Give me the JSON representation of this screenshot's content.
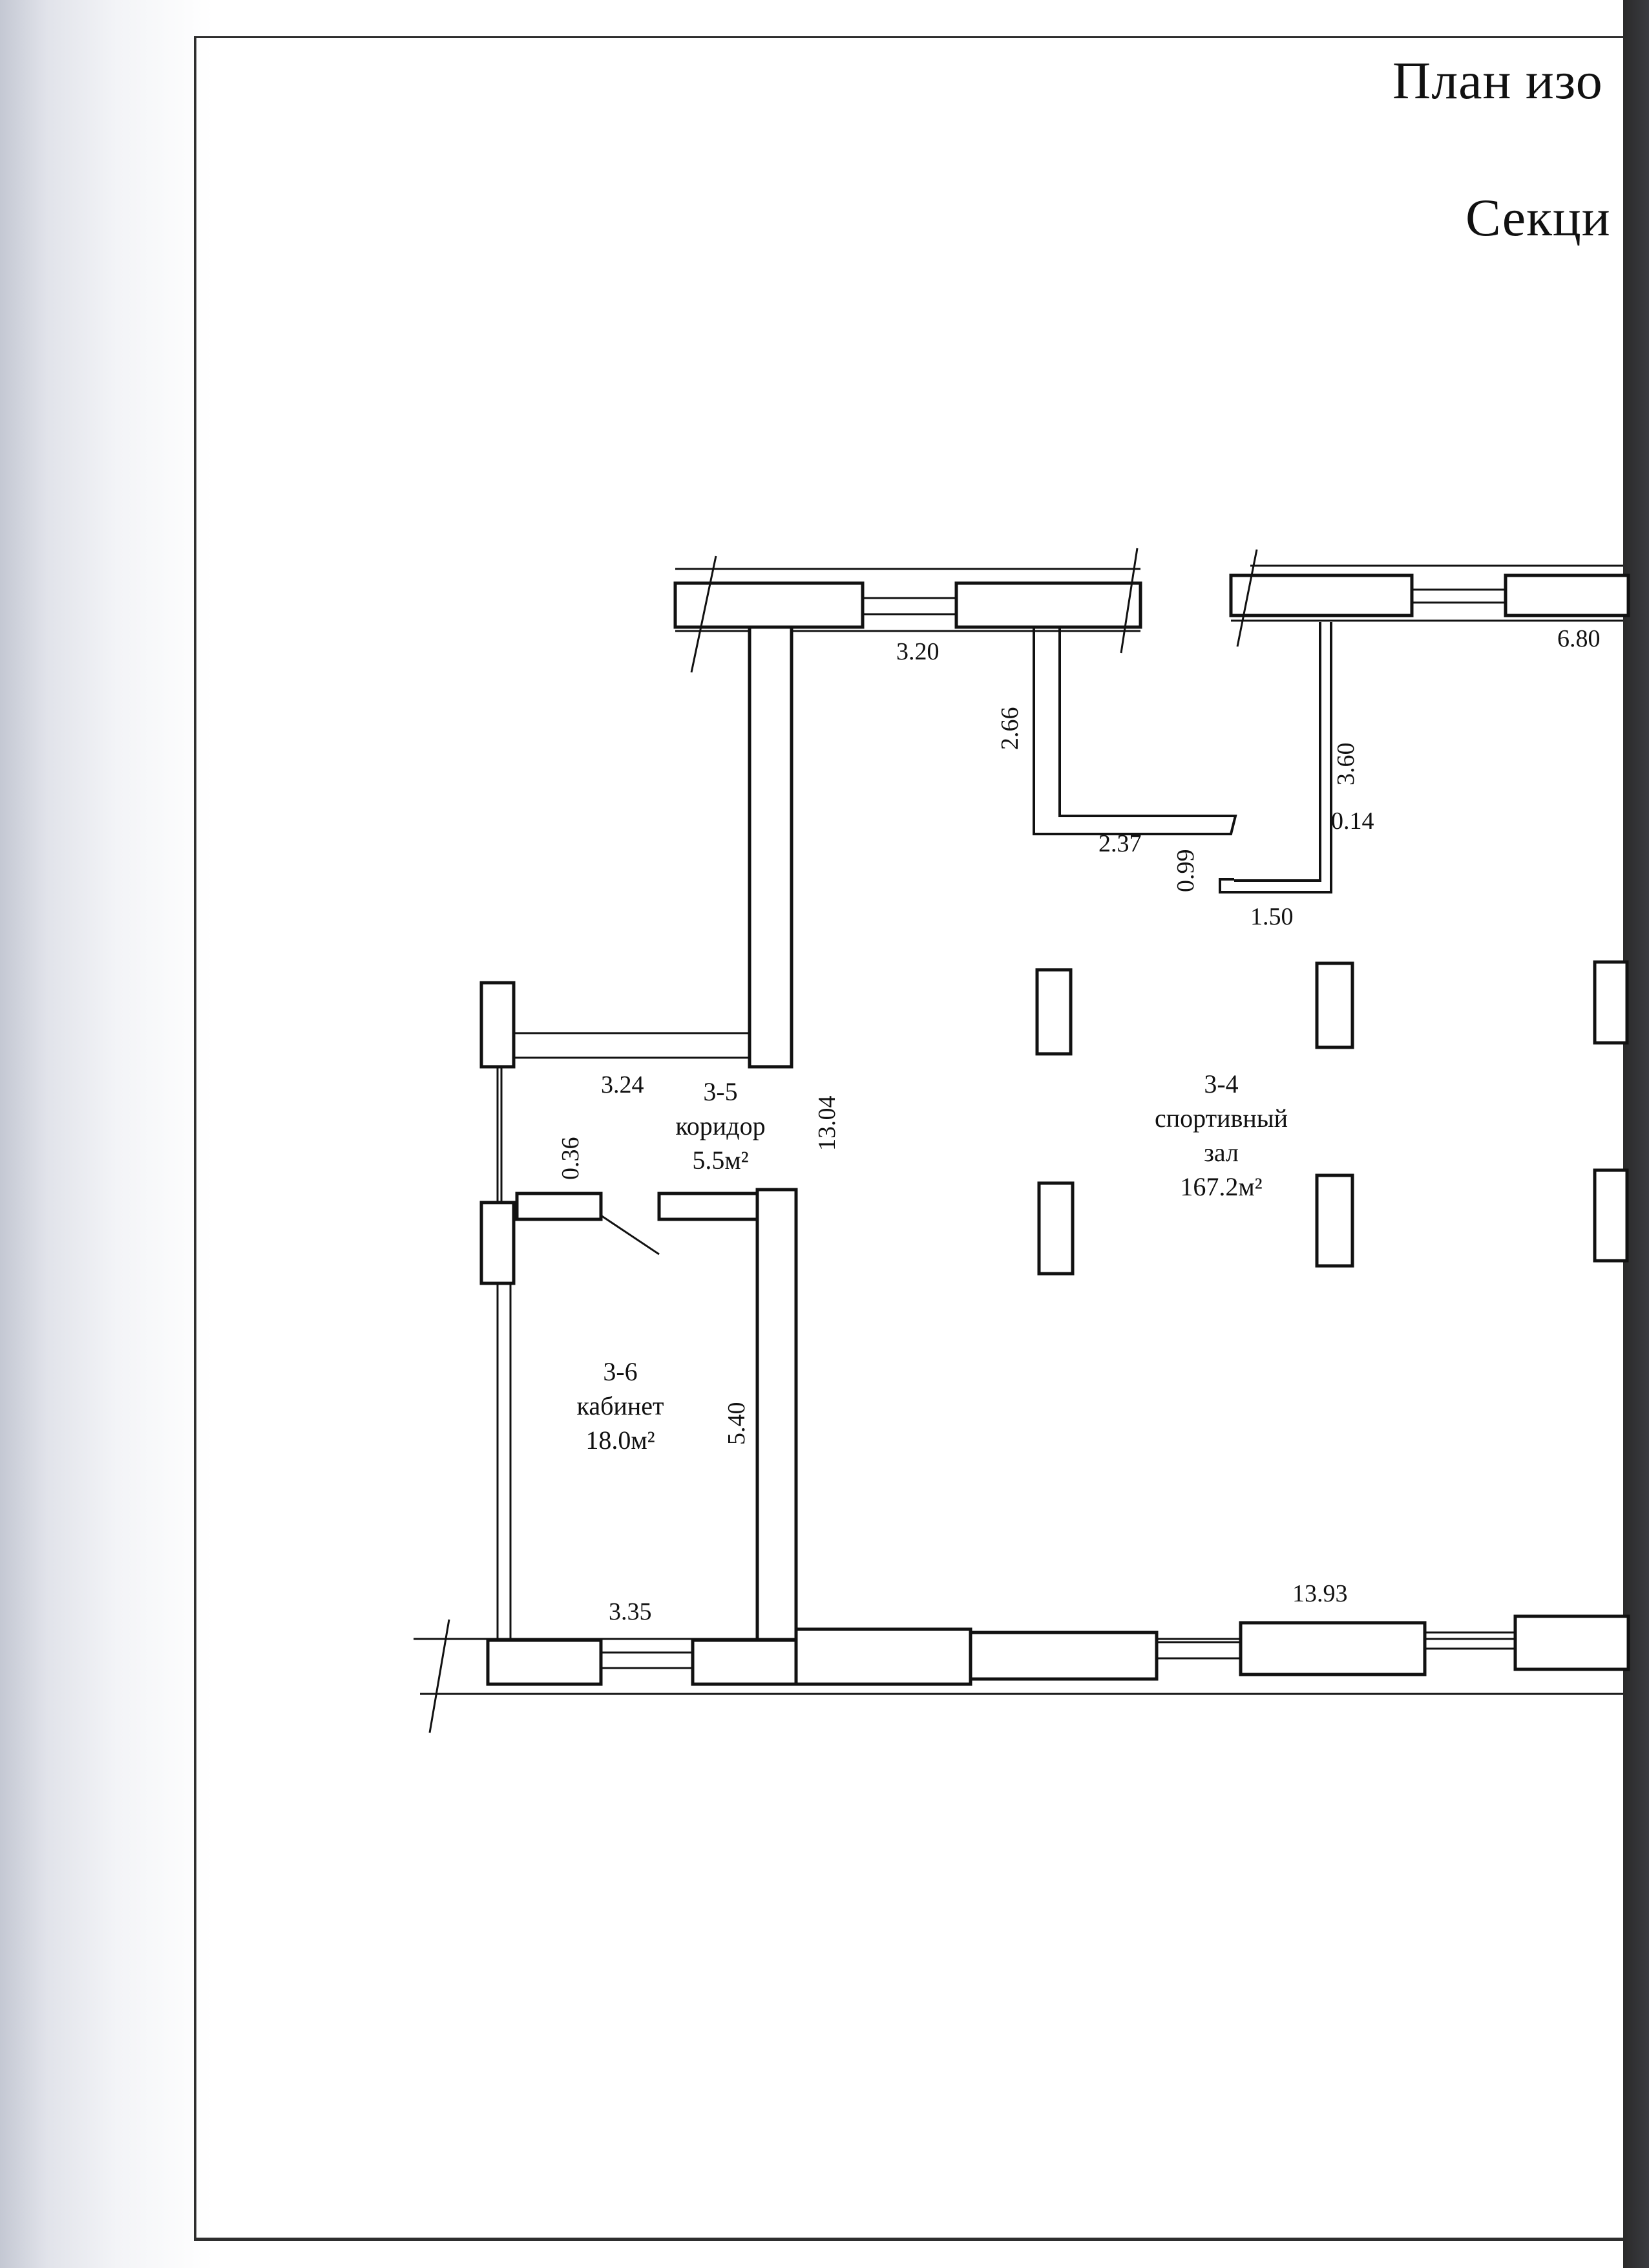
{
  "header": {
    "title_line1": "План изо",
    "title_line2": "Секци"
  },
  "rooms": [
    {
      "id": "3-4",
      "name": "спортивный",
      "name2": "зал",
      "area": "167.2м²"
    },
    {
      "id": "3-5",
      "name": "коридор",
      "area": "5.5м²"
    },
    {
      "id": "3-6",
      "name": "кабинет",
      "area": "18.0м²"
    }
  ],
  "dimensions": {
    "d_3_20": "3.20",
    "d_6_80": "6.80",
    "d_2_66": "2.66",
    "d_3_60": "3.60",
    "d_0_14": "0.14",
    "d_2_37": "2.37",
    "d_0_99": "0.99",
    "d_1_50": "1.50",
    "d_3_24": "3.24",
    "d_0_36": "0.36",
    "d_13_04": "13.04",
    "d_5_40": "5.40",
    "d_3_35": "3.35",
    "d_13_93": "13.93"
  }
}
